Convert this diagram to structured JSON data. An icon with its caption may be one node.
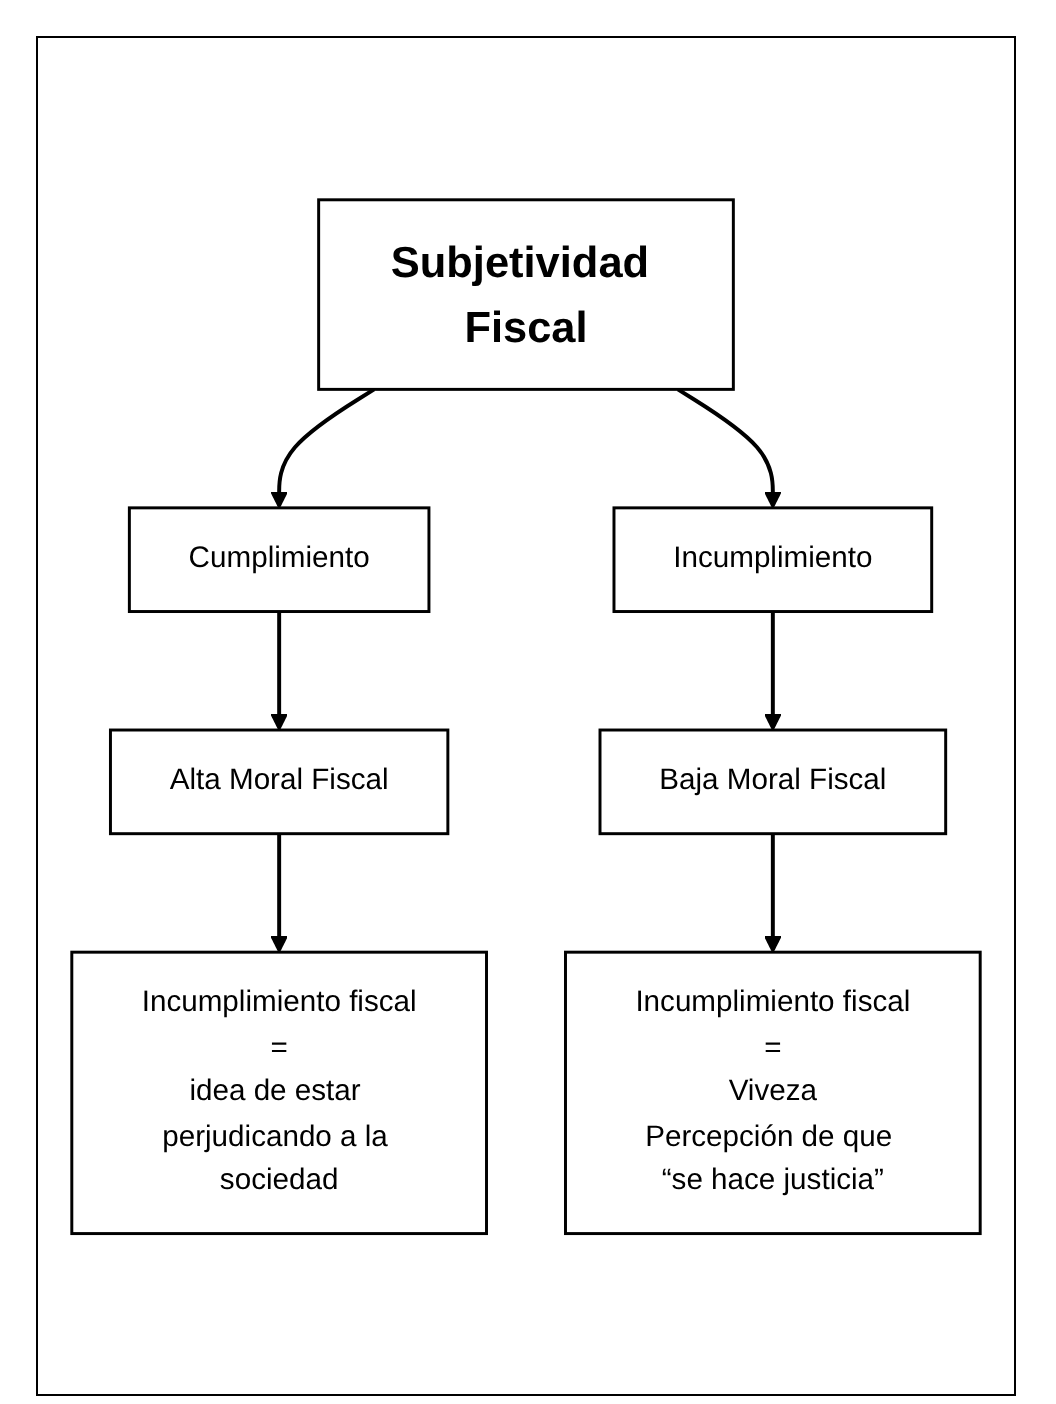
{
  "diagram": {
    "nodes": [
      {
        "text": [
          "Subjetividad Fiscal"
        ]
      },
      {
        "text": [
          "Cumplimiento"
        ]
      },
      {
        "text": [
          "Incumplimiento"
        ]
      },
      {
        "text": [
          "Alta Moral Fiscal"
        ]
      },
      {
        "text": [
          "Baja Moral Fiscal"
        ]
      },
      {
        "text": [
          "Incumplimiento fiscal",
          "=",
          "idea de estar perjudicando a la sociedad"
        ]
      },
      {
        "text": [
          "Incumplimiento fiscal",
          "=",
          "Viveza",
          "Percepción de que “se hace justicia”"
        ]
      }
    ],
    "edges": [
      {
        "from": 0,
        "to": 1,
        "arrow": "to"
      },
      {
        "from": 0,
        "to": 2,
        "arrow": "to"
      },
      {
        "from": 1,
        "to": 3,
        "arrow": "to"
      },
      {
        "from": 2,
        "to": 4,
        "arrow": "to"
      },
      {
        "from": 3,
        "to": 5,
        "arrow": "to"
      },
      {
        "from": 4,
        "to": 6,
        "arrow": "to"
      }
    ]
  }
}
